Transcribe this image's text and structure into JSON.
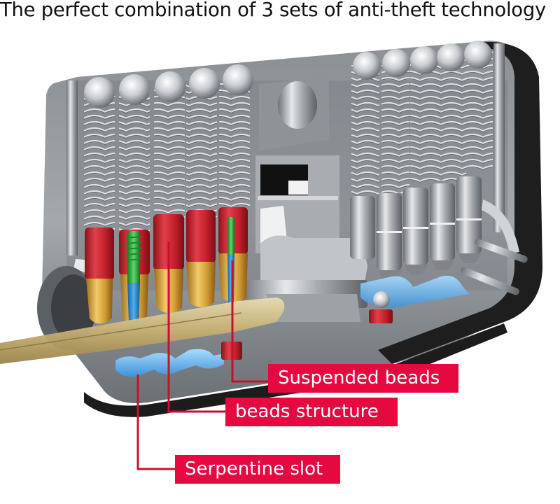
{
  "title": "The perfect combination of 3 sets of anti-theft technology",
  "callouts": [
    {
      "id": "suspended-beads",
      "label": "Suspended beads"
    },
    {
      "id": "beads-structure",
      "label": "beads structure"
    },
    {
      "id": "serpentine-slot",
      "label": "Serpentine slot"
    }
  ],
  "colors": {
    "label_bg": "#e5093f",
    "label_text": "#ffffff",
    "leader_line": "#c8102e",
    "pin_red": "#c8202c",
    "pin_gold": "#d9a53a",
    "pin_green": "#2fae3c",
    "pin_blue": "#2a8fd6",
    "serpentine_blue": "#6ab8f0",
    "housing_dark": "#1c1c1c",
    "steel": "#b8bcc0",
    "key_brass": "#c9b47a"
  }
}
